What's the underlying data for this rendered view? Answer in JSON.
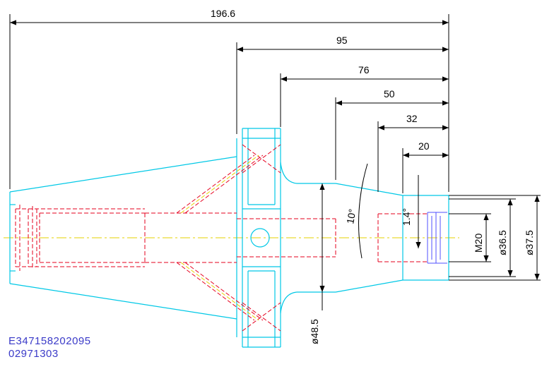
{
  "dimensions": {
    "overall_length": "196.6",
    "len_95": "95",
    "len_76": "76",
    "len_50": "50",
    "len_32": "32",
    "len_20": "20",
    "taper_angle": "10°",
    "angle_small": "1.4°",
    "thread": "M20",
    "dia_36_5": "ø36.5",
    "dia_37_5": "ø37.5",
    "dia_48_5": "ø48.5"
  },
  "codes": {
    "part_number": "E347158202095",
    "order_number": "02971303"
  },
  "colors": {
    "outline": "#00c8e6",
    "hidden": "#e6001e",
    "centerline": "#e6d200",
    "dimension": "#000000",
    "thread": "#5050ff",
    "code_text": "#3a3ac8"
  }
}
